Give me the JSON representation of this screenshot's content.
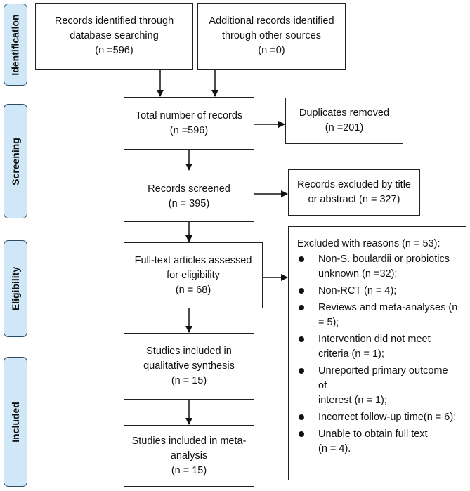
{
  "phases": {
    "identification": "Identification",
    "screening": "Screening",
    "eligibility": "Eligibility",
    "included": "Included"
  },
  "boxes": {
    "db_search": {
      "line1": "Records identified through",
      "line2": "database searching",
      "line3": "(n =596)"
    },
    "other_sources": {
      "line1": "Additional records identified",
      "line2": "through other sources",
      "line3": "(n =0)"
    },
    "total": {
      "line1": "Total number of records",
      "line2": "(n =596)"
    },
    "duplicates": {
      "line1": "Duplicates removed",
      "line2": "(n =201)"
    },
    "screened": {
      "line1": "Records screened",
      "line2": "(n = 395)"
    },
    "excluded_title": {
      "line1": "Records excluded by title",
      "line2": "or abstract (n = 327)"
    },
    "fulltext": {
      "line1": "Full-text articles assessed",
      "line2": "for eligibility",
      "line3": "(n = 68)"
    },
    "qualitative": {
      "line1": "Studies included in",
      "line2": "qualitative synthesis",
      "line3": "(n = 15)"
    },
    "meta": {
      "line1": "Studies included in meta-",
      "line2": "analysis",
      "line3": "(n = 15)"
    }
  },
  "exclusions": {
    "title": "Excluded with reasons (n = 53):",
    "reasons": [
      "Non-S. boulardii or probiotics\nunknown (n =32);",
      "Non-RCT (n = 4);",
      "Reviews and meta-analyses (n\n= 5);",
      "Intervention did not meet\ncriteria (n = 1);",
      "Unreported primary outcome of\ninterest (n = 1);",
      "Incorrect follow-up time(n = 6);",
      "Unable to obtain full text\n (n = 4)."
    ]
  }
}
